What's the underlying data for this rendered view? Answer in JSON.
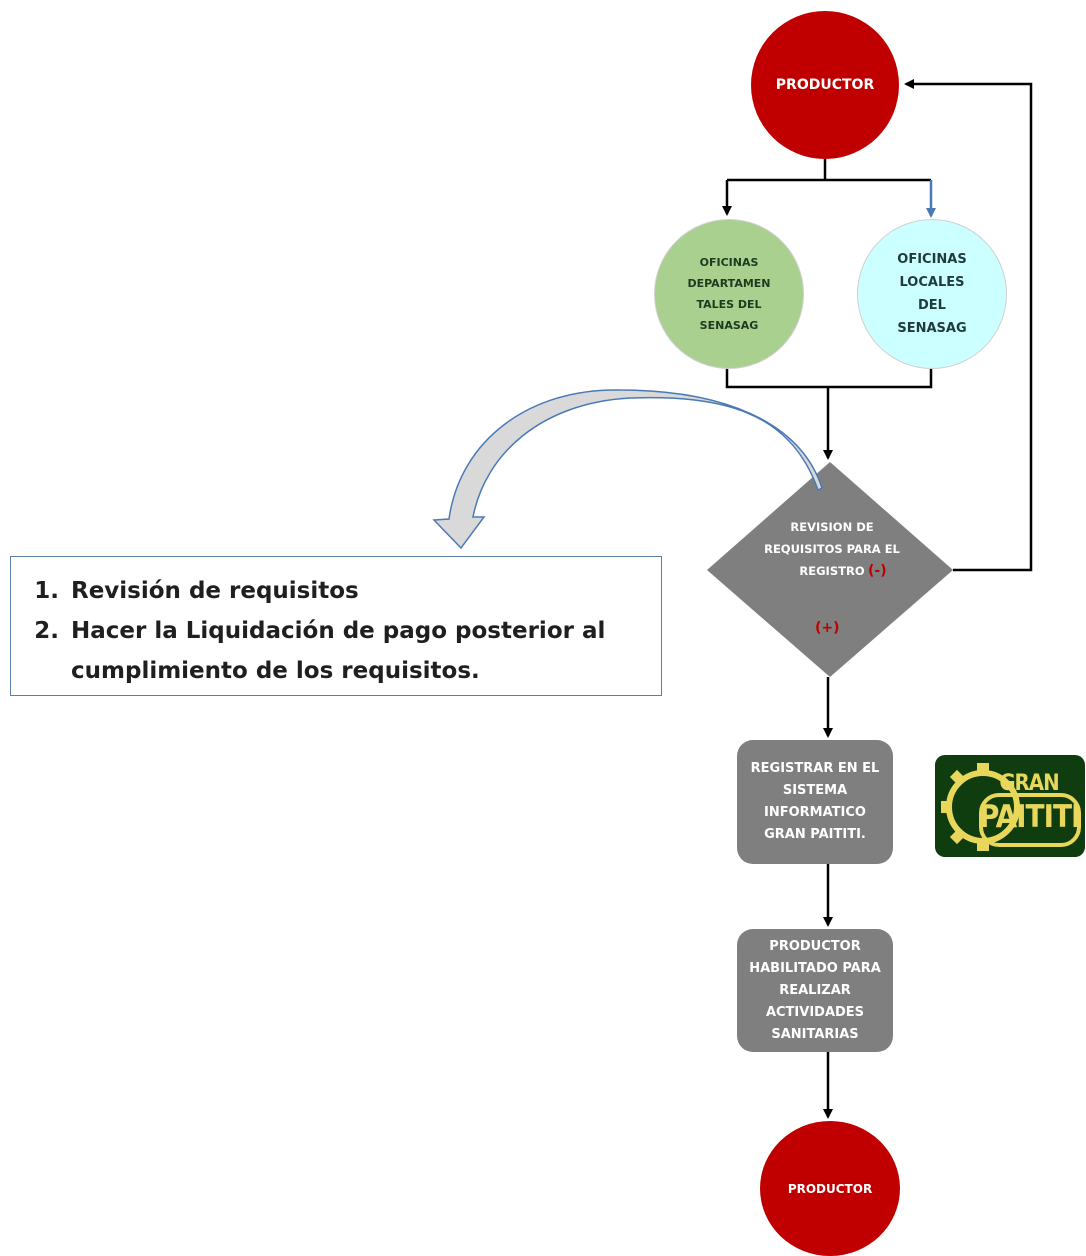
{
  "diagram": {
    "start": {
      "label": "PRODUCTOR"
    },
    "office_departmental": {
      "label": "OFICINAS\nDEPARTAMEN\nTALES DEL\nSENASAG"
    },
    "office_local": {
      "label": "OFICINAS\nLOCALES\nDEL\nSENASAG"
    },
    "decision": {
      "label": "REVISION DE\nREQUISITOS  PARA EL\nREGISTRO",
      "negative": "(-)",
      "positive": "(+)"
    },
    "register": {
      "label": "REGISTRAR EN EL\nSISTEMA\nINFORMATICO\nGRAN PAITITI."
    },
    "enabled": {
      "label": "PRODUCTOR\nHABILITADO PARA\nREALIZAR\nACTIVIDADES\nSANITARIAS"
    },
    "end": {
      "label": "PRODUCTOR"
    },
    "notes": [
      "Revisión de requisitos",
      "Hacer la Liquidación de pago posterior al cumplimiento de los requisitos."
    ],
    "logo": {
      "line1": "GRAN",
      "line2": "PAITITI"
    }
  },
  "colors": {
    "start_end": "#c00000",
    "office_departmental": "#a9d08e",
    "office_local": "#ccffff",
    "process": "#7f7f7f",
    "notes_border": "#5b7fa6",
    "logo_bg": "#0f3d0f",
    "logo_text": "#e8d75a"
  }
}
